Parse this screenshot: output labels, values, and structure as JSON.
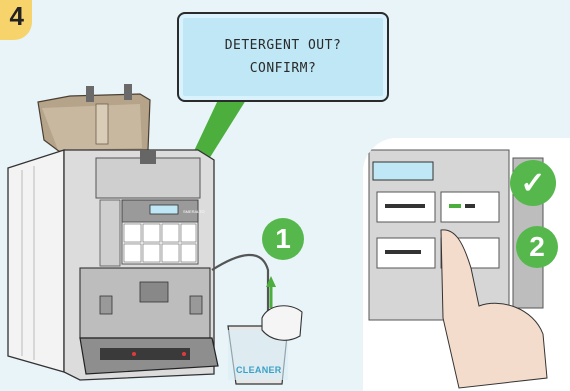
{
  "step_number": "4",
  "lcd": {
    "line1": "DETERGENT OUT?",
    "line2": "CONFIRM?"
  },
  "badges": {
    "step1": "1",
    "step2": "2"
  },
  "jug_label": "CLEANER",
  "brand_label": "SMERALTO",
  "colors": {
    "background": "#e8f4f8",
    "step_tab": "#f6d36b",
    "lcd_bg": "#bfe7f6",
    "badge_green": "#56b84c",
    "callout_green": "#4cae3c",
    "jug_blue": "#3aa0c8"
  }
}
